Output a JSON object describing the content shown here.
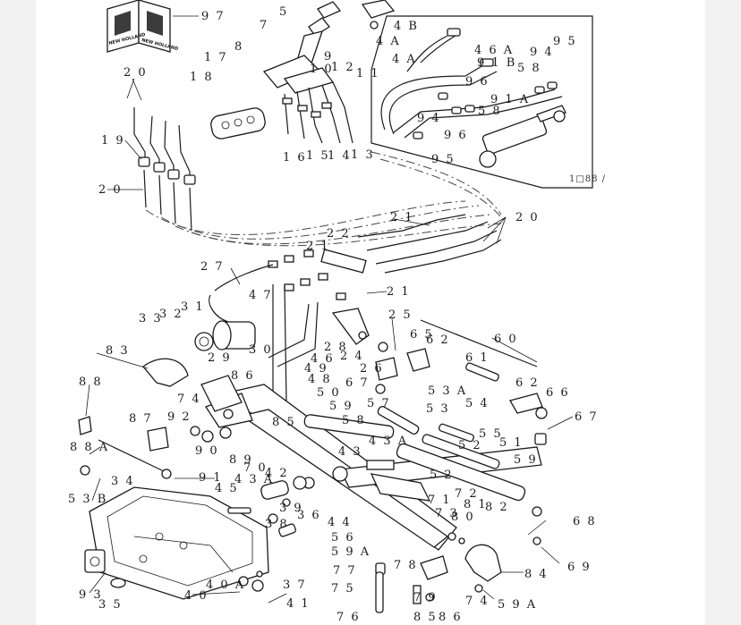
{
  "diagram": {
    "logo_text": [
      "NEW HOLLAND",
      "NEW HOLLAND"
    ],
    "inset_reference": "1□88 /",
    "callouts": [
      {
        "id": "c97",
        "label": "9 7"
      },
      {
        "id": "c5",
        "label": "5"
      },
      {
        "id": "c7",
        "label": "7"
      },
      {
        "id": "c4b",
        "label": "4 B"
      },
      {
        "id": "c4a_top",
        "label": "4 A"
      },
      {
        "id": "c20_top",
        "label": "2 0"
      },
      {
        "id": "c18",
        "label": "1 8"
      },
      {
        "id": "c17",
        "label": "1 7"
      },
      {
        "id": "c8",
        "label": "8"
      },
      {
        "id": "c9",
        "label": "9"
      },
      {
        "id": "c10",
        "label": "1 0"
      },
      {
        "id": "c12",
        "label": "1 2"
      },
      {
        "id": "c11",
        "label": "1 1"
      },
      {
        "id": "c19",
        "label": "1 9"
      },
      {
        "id": "c16",
        "label": "1 6"
      },
      {
        "id": "c15",
        "label": "1 5"
      },
      {
        "id": "c14",
        "label": "1 4"
      },
      {
        "id": "c13",
        "label": "1 3"
      },
      {
        "id": "c20_left",
        "label": "2 0"
      },
      {
        "id": "c46a",
        "label": "4 6 A"
      },
      {
        "id": "c94_top",
        "label": "9 4"
      },
      {
        "id": "c95_top",
        "label": "9 5"
      },
      {
        "id": "c4a_inset",
        "label": "4 A"
      },
      {
        "id": "c91b",
        "label": "9 1 B"
      },
      {
        "id": "c58_inset_a",
        "label": "5 8"
      },
      {
        "id": "c96_a",
        "label": "9 6"
      },
      {
        "id": "c91a",
        "label": "9 1 A"
      },
      {
        "id": "c94_mid",
        "label": "9 4"
      },
      {
        "id": "c58_inset_b",
        "label": "5 8"
      },
      {
        "id": "c96_b",
        "label": "9 6"
      },
      {
        "id": "c95_bottom",
        "label": "9 5"
      },
      {
        "id": "c21_a",
        "label": "2 1"
      },
      {
        "id": "c20_right",
        "label": "2 0"
      },
      {
        "id": "c22",
        "label": "2 2"
      },
      {
        "id": "c21_b",
        "label": "2 1"
      },
      {
        "id": "c27",
        "label": "2 7"
      },
      {
        "id": "c47",
        "label": "4 7"
      },
      {
        "id": "c21_c",
        "label": "2 1"
      },
      {
        "id": "c33",
        "label": "3 3"
      },
      {
        "id": "c32",
        "label": "3 2"
      },
      {
        "id": "c31",
        "label": "3 1"
      },
      {
        "id": "c25",
        "label": "2 5"
      },
      {
        "id": "c28",
        "label": "2 8"
      },
      {
        "id": "c65",
        "label": "6 5"
      },
      {
        "id": "c62_a",
        "label": "6 2"
      },
      {
        "id": "c60",
        "label": "6 0"
      },
      {
        "id": "c83",
        "label": "8 3"
      },
      {
        "id": "c30",
        "label": "3 0"
      },
      {
        "id": "c24",
        "label": "2 4"
      },
      {
        "id": "c61",
        "label": "6 1"
      },
      {
        "id": "c29",
        "label": "2 9"
      },
      {
        "id": "c46",
        "label": "4 6"
      },
      {
        "id": "c49",
        "label": "4 9"
      },
      {
        "id": "c86",
        "label": "8 6"
      },
      {
        "id": "c48",
        "label": "4 8"
      },
      {
        "id": "c67_a",
        "label": "6 7"
      },
      {
        "id": "c26",
        "label": "2 6"
      },
      {
        "id": "c62_b",
        "label": "6 2"
      },
      {
        "id": "c66",
        "label": "6 6"
      },
      {
        "id": "c88_a",
        "label": "8 8"
      },
      {
        "id": "c74_a",
        "label": "7 4"
      },
      {
        "id": "c50",
        "label": "5 0"
      },
      {
        "id": "c53a",
        "label": "5 3 A"
      },
      {
        "id": "c59_a",
        "label": "5 9"
      },
      {
        "id": "c57",
        "label": "5 7"
      },
      {
        "id": "c53",
        "label": "5 3"
      },
      {
        "id": "c54",
        "label": "5 4"
      },
      {
        "id": "c67_b",
        "label": "6 7"
      },
      {
        "id": "c87",
        "label": "8 7"
      },
      {
        "id": "c92",
        "label": "9 2"
      },
      {
        "id": "c85",
        "label": "8 5"
      },
      {
        "id": "c58_main",
        "label": "5 8"
      },
      {
        "id": "c55",
        "label": "5 5"
      },
      {
        "id": "c88a",
        "label": "8 8 A"
      },
      {
        "id": "c90",
        "label": "9 0"
      },
      {
        "id": "c43a_a",
        "label": "4 3 A"
      },
      {
        "id": "c52_a",
        "label": "5 2"
      },
      {
        "id": "c51",
        "label": "5 1"
      },
      {
        "id": "c89",
        "label": "8 9"
      },
      {
        "id": "c70",
        "label": "7 0"
      },
      {
        "id": "c43",
        "label": "4 3"
      },
      {
        "id": "c91",
        "label": "9 1"
      },
      {
        "id": "c42",
        "label": "4 2"
      },
      {
        "id": "c59_b",
        "label": "5 9"
      },
      {
        "id": "c53b",
        "label": "5 3 B"
      },
      {
        "id": "c34",
        "label": "3 4"
      },
      {
        "id": "c43a_b",
        "label": "4 3 A"
      },
      {
        "id": "c45",
        "label": "4 5"
      },
      {
        "id": "c52_b",
        "label": "5 2"
      },
      {
        "id": "c71",
        "label": "7 1"
      },
      {
        "id": "c72",
        "label": "7 2"
      },
      {
        "id": "c39",
        "label": "3 9"
      },
      {
        "id": "c36",
        "label": "3 6"
      },
      {
        "id": "c73",
        "label": "7 3"
      },
      {
        "id": "c80",
        "label": "8 0"
      },
      {
        "id": "c81",
        "label": "8 1"
      },
      {
        "id": "c82",
        "label": "8 2"
      },
      {
        "id": "c38",
        "label": "3 8"
      },
      {
        "id": "c44",
        "label": "4 4"
      },
      {
        "id": "c68",
        "label": "6 8"
      },
      {
        "id": "c56",
        "label": "5 6"
      },
      {
        "id": "c59a_a",
        "label": "5 9 A"
      },
      {
        "id": "c69",
        "label": "6 9"
      },
      {
        "id": "c84",
        "label": "8 4"
      },
      {
        "id": "c77",
        "label": "7 7"
      },
      {
        "id": "c78",
        "label": "7 8"
      },
      {
        "id": "c40a",
        "label": "4 0 A"
      },
      {
        "id": "c75",
        "label": "7 5"
      },
      {
        "id": "c93",
        "label": "9 3"
      },
      {
        "id": "c35",
        "label": "3 5"
      },
      {
        "id": "c40",
        "label": "4 0"
      },
      {
        "id": "c37",
        "label": "3 7"
      },
      {
        "id": "c41",
        "label": "4 1"
      },
      {
        "id": "c79",
        "label": "7 9"
      },
      {
        "id": "c74_b",
        "label": "7 4"
      },
      {
        "id": "c59a_b",
        "label": "5 9 A"
      },
      {
        "id": "c76",
        "label": "7 6"
      },
      {
        "id": "c85_b",
        "label": "8 5"
      },
      {
        "id": "c86_b",
        "label": "8 6"
      }
    ]
  }
}
